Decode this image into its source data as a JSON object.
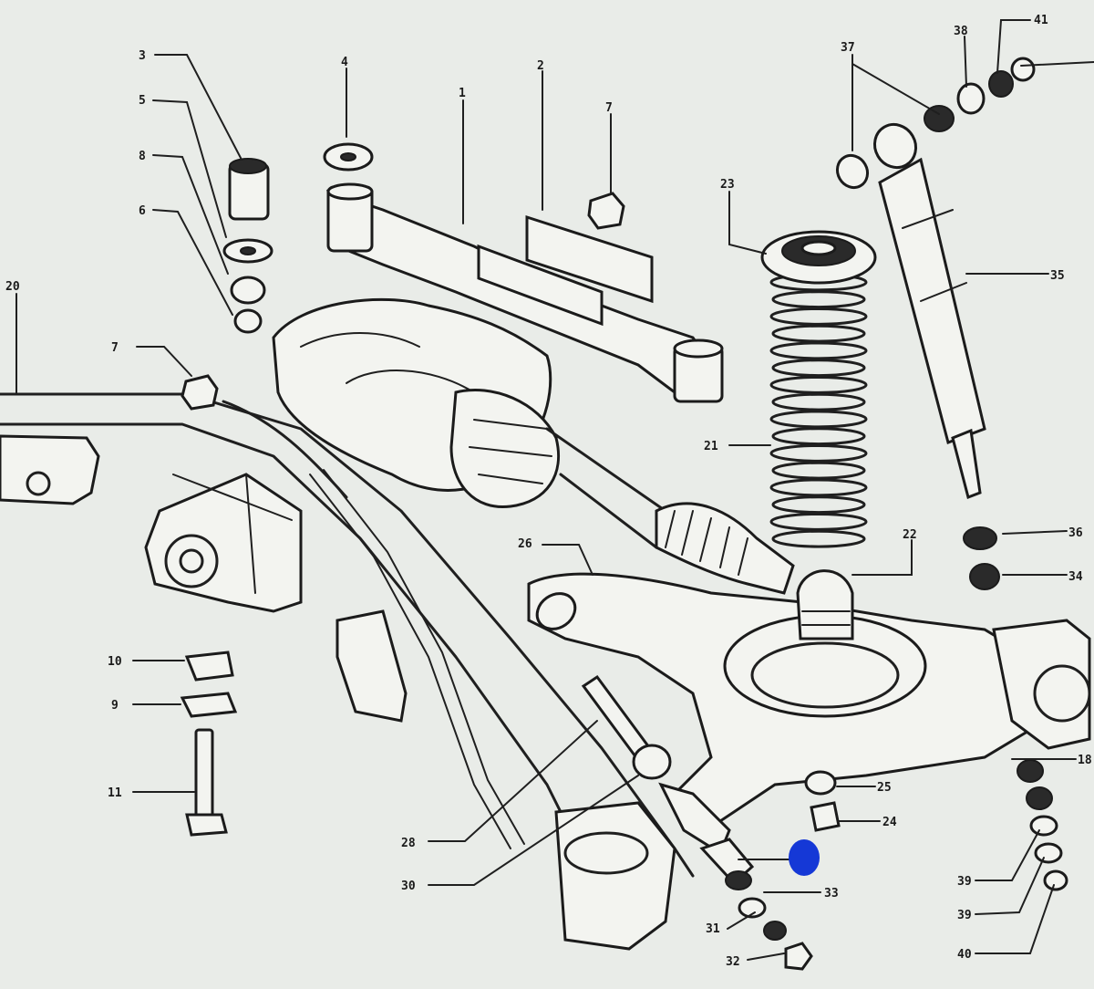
{
  "callouts": [
    {
      "id": "c3",
      "text": "3"
    },
    {
      "id": "c4",
      "text": "4"
    },
    {
      "id": "c5",
      "text": "5"
    },
    {
      "id": "c8",
      "text": "8"
    },
    {
      "id": "c6",
      "text": "6"
    },
    {
      "id": "c1",
      "text": "1"
    },
    {
      "id": "c2",
      "text": "2"
    },
    {
      "id": "c7a",
      "text": "7"
    },
    {
      "id": "c20",
      "text": "20"
    },
    {
      "id": "c7b",
      "text": "7"
    },
    {
      "id": "c10",
      "text": "10"
    },
    {
      "id": "c9",
      "text": "9"
    },
    {
      "id": "c11",
      "text": "11"
    },
    {
      "id": "c23",
      "text": "23"
    },
    {
      "id": "c21",
      "text": "21"
    },
    {
      "id": "c22",
      "text": "22"
    },
    {
      "id": "c26",
      "text": "26"
    },
    {
      "id": "c37",
      "text": "37"
    },
    {
      "id": "c38",
      "text": "38"
    },
    {
      "id": "c41",
      "text": "41"
    },
    {
      "id": "c35",
      "text": "35"
    },
    {
      "id": "c36",
      "text": "36"
    },
    {
      "id": "c34",
      "text": "34"
    },
    {
      "id": "c25",
      "text": "25"
    },
    {
      "id": "c24",
      "text": "24"
    },
    {
      "id": "c28",
      "text": "28"
    },
    {
      "id": "c30",
      "text": "30"
    },
    {
      "id": "c33",
      "text": "33"
    },
    {
      "id": "c31",
      "text": "31"
    },
    {
      "id": "c32",
      "text": "32"
    },
    {
      "id": "c18",
      "text": "18"
    },
    {
      "id": "c39",
      "text": "39"
    },
    {
      "id": "c40",
      "text": "40"
    }
  ],
  "colors": {
    "background": "#e9ece8",
    "line": "#1f1f1f",
    "marker": "#1538d6"
  }
}
